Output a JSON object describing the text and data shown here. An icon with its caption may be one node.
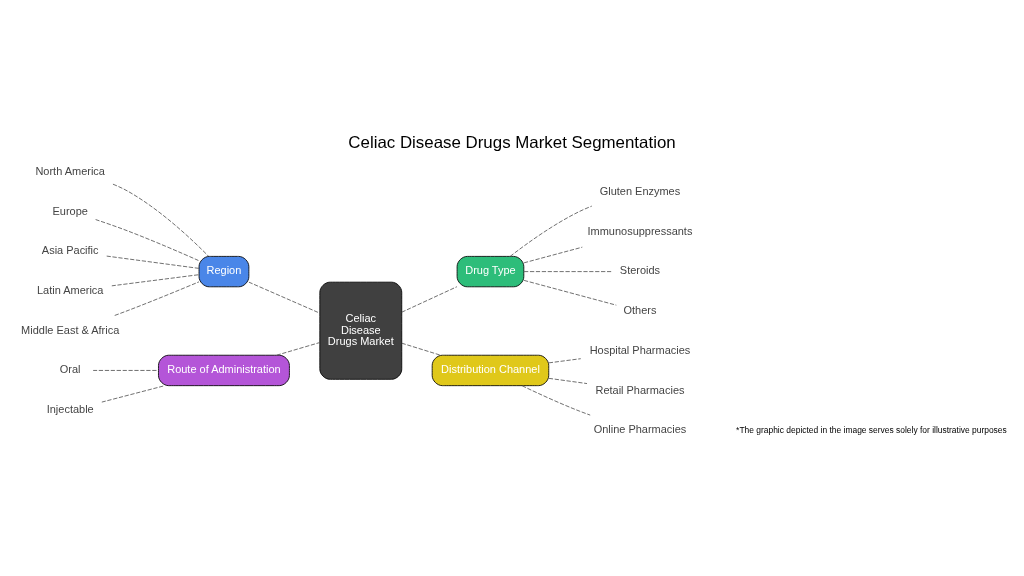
{
  "diagram": {
    "title": "Celiac Disease Drugs Market Segmentation",
    "nodes": [
      {
        "text": [
          "Celiac Disease Drugs Market"
        ]
      },
      {
        "text": [
          "Region"
        ]
      },
      {
        "text": [
          "North America"
        ]
      },
      {
        "text": [
          "Europe"
        ]
      },
      {
        "text": [
          "Asia Pacific"
        ]
      },
      {
        "text": [
          "Latin America"
        ]
      },
      {
        "text": [
          "Middle East & Africa"
        ]
      },
      {
        "text": [
          "Drug Type"
        ]
      },
      {
        "text": [
          "Gluten Enzymes"
        ]
      },
      {
        "text": [
          "Immunosuppressants"
        ]
      },
      {
        "text": [
          "Steroids"
        ]
      },
      {
        "text": [
          "Others"
        ]
      },
      {
        "text": [
          "Route of Administration"
        ]
      },
      {
        "text": [
          "Oral"
        ]
      },
      {
        "text": [
          "Injectable"
        ]
      },
      {
        "text": [
          "Distribution Channel"
        ]
      },
      {
        "text": [
          "Hospital Pharmacies"
        ]
      },
      {
        "text": [
          "Retail Pharmacies"
        ]
      },
      {
        "text": [
          "Online Pharmacies"
        ]
      }
    ],
    "edges": [
      {
        "from": 0,
        "to": 1,
        "arrow": "none",
        "style": "dashed"
      },
      {
        "from": 0,
        "to": 7,
        "arrow": "none",
        "style": "dashed"
      },
      {
        "from": 0,
        "to": 12,
        "arrow": "none",
        "style": "dashed"
      },
      {
        "from": 0,
        "to": 15,
        "arrow": "none",
        "style": "dashed"
      },
      {
        "from": 1,
        "to": 2,
        "arrow": "none",
        "style": "dashed"
      },
      {
        "from": 1,
        "to": 3,
        "arrow": "none",
        "style": "dashed"
      },
      {
        "from": 1,
        "to": 4,
        "arrow": "none",
        "style": "dashed"
      },
      {
        "from": 1,
        "to": 5,
        "arrow": "none",
        "style": "dashed"
      },
      {
        "from": 1,
        "to": 6,
        "arrow": "none",
        "style": "dashed"
      },
      {
        "from": 7,
        "to": 8,
        "arrow": "none",
        "style": "dashed"
      },
      {
        "from": 7,
        "to": 9,
        "arrow": "none",
        "style": "dashed"
      },
      {
        "from": 7,
        "to": 10,
        "arrow": "none",
        "style": "dashed"
      },
      {
        "from": 7,
        "to": 11,
        "arrow": "none",
        "style": "dashed"
      },
      {
        "from": 12,
        "to": 13,
        "arrow": "none",
        "style": "dashed"
      },
      {
        "from": 12,
        "to": 14,
        "arrow": "none",
        "style": "dashed"
      },
      {
        "from": 15,
        "to": 16,
        "arrow": "none",
        "style": "dashed"
      },
      {
        "from": 15,
        "to": 17,
        "arrow": "none",
        "style": "dashed"
      },
      {
        "from": 15,
        "to": 18,
        "arrow": "none",
        "style": "dashed"
      }
    ],
    "labels": [
      "*The graphic depicted in the image serves solely for illustrative purposes"
    ]
  }
}
